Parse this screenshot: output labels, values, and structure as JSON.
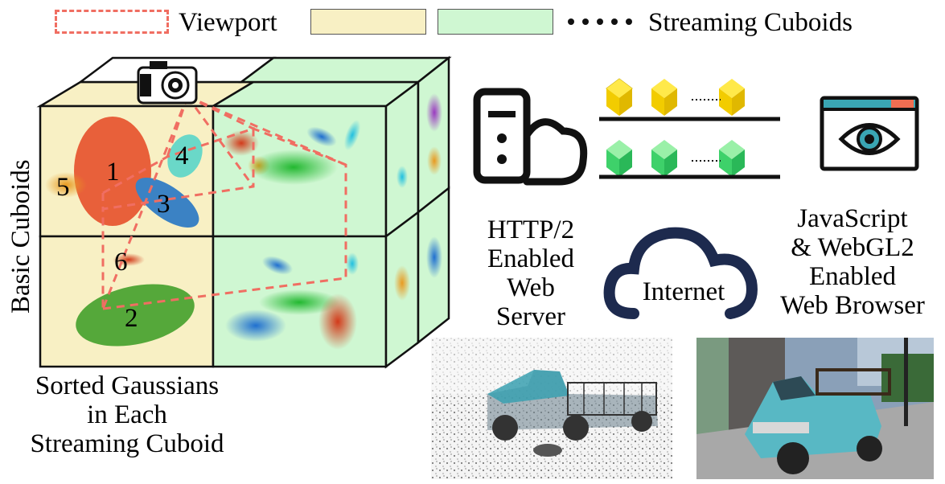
{
  "legend": {
    "viewport_label": "Viewport",
    "streaming_label": "Streaming Cuboids",
    "colors": {
      "yellow": "#f8f0c4",
      "green": "#cff7d2",
      "viewport": "#f06e62"
    }
  },
  "cube": {
    "side_label": "Basic Cuboids",
    "gaussians": [
      {
        "id": "1",
        "color": "#e8603a"
      },
      {
        "id": "2",
        "color": "#55a83a"
      },
      {
        "id": "3",
        "color": "#3b82c4"
      },
      {
        "id": "4",
        "color": "#6ad8c8"
      },
      {
        "id": "5",
        "color": "#f0a040"
      },
      {
        "id": "6",
        "color": "#f07060"
      }
    ]
  },
  "caption": {
    "line1": "Sorted Gaussians",
    "line2": "in Each",
    "line3": "Streaming Cuboid"
  },
  "server": {
    "line1": "HTTP/2",
    "line2": "Enabled",
    "line3": "Web",
    "line4": "Server"
  },
  "internet_label": "Internet",
  "browser": {
    "line1": "JavaScript",
    "line2": "& WebGL2",
    "line3": "Enabled",
    "line4": "Web Browser"
  },
  "icons": {
    "camera": "camera-icon",
    "server": "server-icon",
    "cloud": "cloud-icon",
    "browser": "browser-eye-icon",
    "cube": "cube-icon"
  }
}
